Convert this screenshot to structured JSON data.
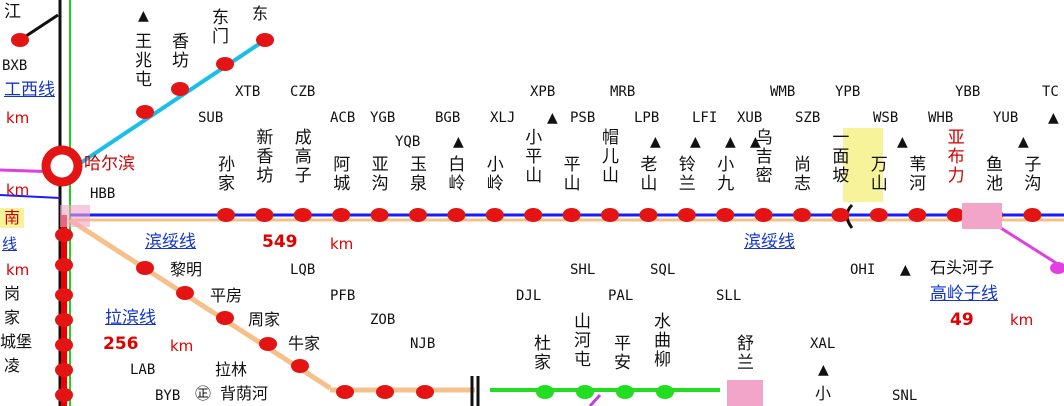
{
  "lines": {
    "binsui": {
      "name": "滨绥线",
      "km_value": "549",
      "km_unit": "km",
      "name_repeat": "滨绥线"
    },
    "labin": {
      "name": "拉滨线",
      "km_value": "256",
      "km_unit": "km"
    },
    "gaolingzi": {
      "name": "高岭子线",
      "km_value": "49",
      "km_unit": "km"
    },
    "left_partial": {
      "name_frag": "工西线",
      "km_frag": "km"
    }
  },
  "hub": {
    "name": "哈尔滨",
    "code": "HBB"
  },
  "left_edge": {
    "top": "江",
    "code": "BXB",
    "km1": "km",
    "km2": "km",
    "nan": "南",
    "xian": "线",
    "km3": "km",
    "col": [
      "岗",
      "家",
      "城堡",
      "凌"
    ]
  },
  "nw_branch": [
    "王兆屯",
    "香坊",
    "东门"
  ],
  "top_frag": [
    "东",
    "东"
  ],
  "row_codes": {
    "upper": [
      "XTB",
      "CZB",
      "XPB",
      "MRB",
      "WMB",
      "YPB",
      "YBB",
      "TC"
    ],
    "middle": [
      "SUB",
      "ACB",
      "YGB",
      "BGB",
      "XLJ",
      "PSB",
      "LPB",
      "LFI",
      "XUB",
      "SZB",
      "WSB",
      "WHB",
      "YUB"
    ],
    "lower": [
      "YQB"
    ]
  },
  "stations": [
    "孙家",
    "新香坊",
    "成高子",
    "阿城",
    "亚沟",
    "玉泉",
    "白岭",
    "小岭",
    "小平山",
    "平山",
    "帽儿山",
    "老山",
    "铃兰",
    "小九",
    "乌吉密",
    "尚志",
    "一面坡",
    "万山",
    "苇河",
    "亚布力",
    "鱼池",
    "子沟"
  ],
  "labin_stations": [
    "黎明",
    "平房",
    "周家",
    "牛家",
    "拉林",
    "背荫河"
  ],
  "labin_codes": [
    "LQB",
    "PFB",
    "ZOB",
    "NJB",
    "LAB",
    "BYB"
  ],
  "byb_mark": "㊣",
  "southeast": {
    "codes": [
      "SHL",
      "SQL",
      "DJL",
      "PAL",
      "SLL",
      "XAL",
      "SNL",
      "OHI"
    ],
    "stations": [
      "杜家",
      "山河屯",
      "平安",
      "水曲柳",
      "舒兰",
      "小"
    ],
    "shitou": "石头河子"
  },
  "colors": {
    "main": "#1a1aff",
    "labin": "#f5c08a",
    "nw": "#19bfe8",
    "station": "#e41414",
    "green": "#22dd22",
    "pink": "#f2a5c8",
    "highlight": "#f6f39b"
  }
}
